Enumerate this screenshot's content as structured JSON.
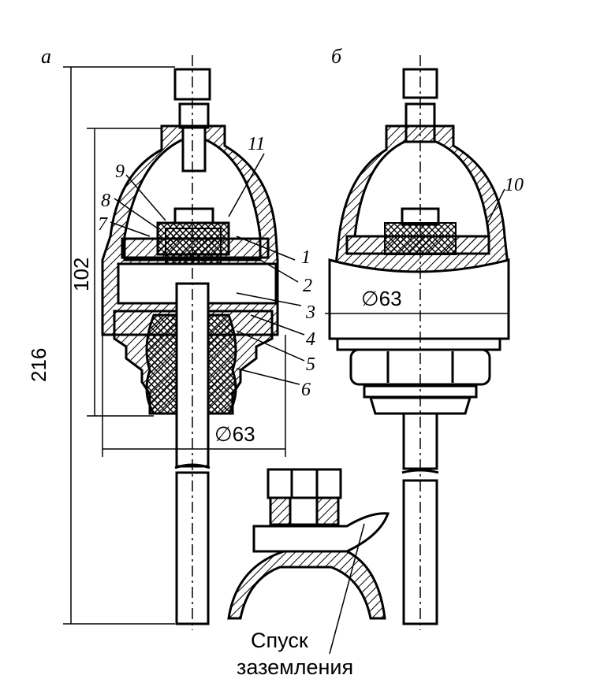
{
  "labels": {
    "view_a": "а",
    "view_b": "б"
  },
  "dimensions": {
    "overall_height": "216",
    "cap_height": "102",
    "diameter_a": "∅63",
    "diameter_b": "∅63"
  },
  "part_numbers": [
    "1",
    "2",
    "3",
    "4",
    "5",
    "6",
    "7",
    "8",
    "9",
    "10",
    "11"
  ],
  "caption": {
    "line1": "Спуск",
    "line2": "заземления"
  }
}
